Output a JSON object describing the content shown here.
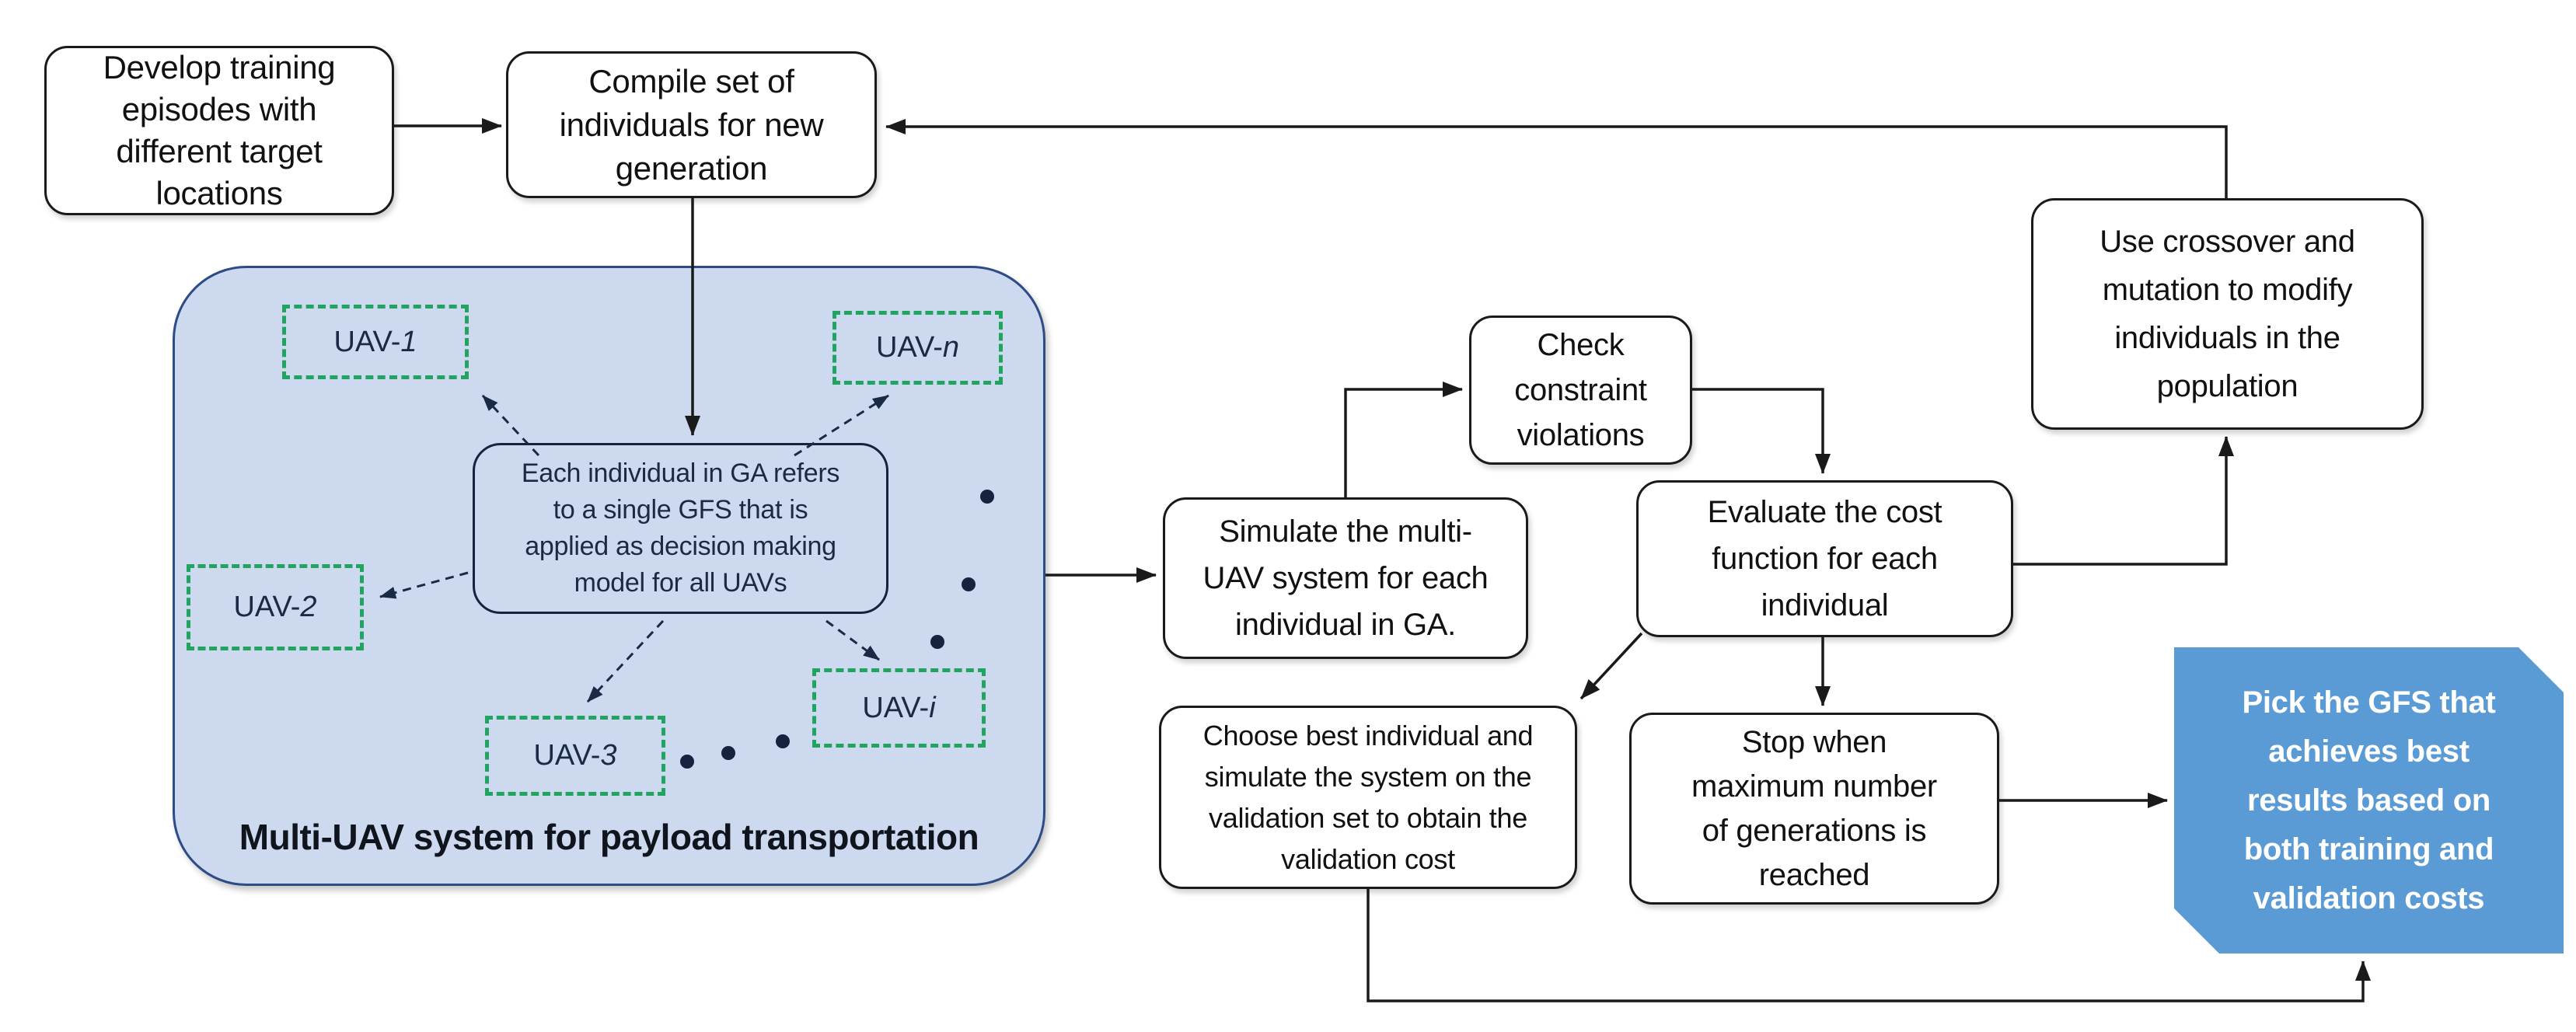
{
  "figure": {
    "type": "flowchart",
    "description": "Genetic algorithm training loop for a Genetic Fuzzy System (GFS) controlling a multi-UAV payload transportation system"
  },
  "colors": {
    "background": "#ffffff",
    "line_black": "#1a1a1a",
    "navy_text": "#1b2a44",
    "container_fill": "#ccd9ef",
    "container_border": "#2d4b86",
    "uav_dash_green": "#21a45f",
    "pick_box_blue": "#5b9bd5",
    "pick_text": "#ffffff"
  },
  "container": {
    "label": "Multi-UAV system for payload transportation"
  },
  "nodes": {
    "develop": {
      "lines": [
        "Develop training",
        "episodes with",
        "different target",
        "locations"
      ]
    },
    "compile": {
      "lines": [
        "Compile set of",
        "individuals for new",
        "generation"
      ]
    },
    "center": {
      "lines": [
        "Each individual in GA refers",
        "to a single GFS that is",
        "applied as decision making",
        "model for all UAVs"
      ]
    },
    "simulate": {
      "lines": [
        "Simulate the multi-",
        "UAV system for each",
        "individual in GA."
      ]
    },
    "check": {
      "lines": [
        "Check",
        "constraint",
        "violations"
      ]
    },
    "evaluate": {
      "lines": [
        "Evaluate the cost",
        "function for each",
        "individual"
      ]
    },
    "crossover": {
      "lines": [
        "Use crossover and",
        "mutation to modify",
        "individuals in the",
        "population"
      ]
    },
    "choose": {
      "lines": [
        "Choose best individual and",
        "simulate the system on the",
        "validation set to obtain the",
        "validation cost"
      ]
    },
    "stop": {
      "lines": [
        "Stop when",
        "maximum number",
        "of generations is",
        "reached"
      ]
    },
    "pick": {
      "lines": [
        "Pick the GFS that",
        "achieves best",
        "results based on",
        "both training and",
        "validation costs"
      ]
    }
  },
  "uavs": [
    {
      "prefix": "UAV-",
      "suffix": "1"
    },
    {
      "prefix": "UAV-",
      "suffix": "n"
    },
    {
      "prefix": "UAV-",
      "suffix": "2"
    },
    {
      "prefix": "UAV-",
      "suffix": "3"
    },
    {
      "prefix": "UAV-",
      "suffix": "i"
    }
  ]
}
